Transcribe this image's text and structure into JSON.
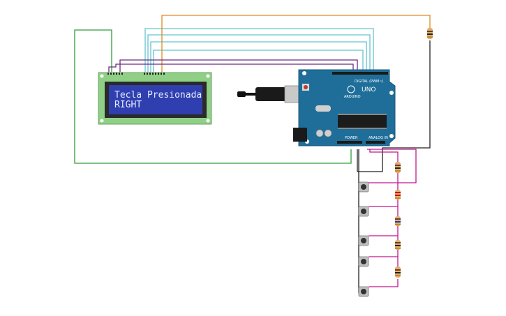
{
  "lcd": {
    "line1": "Tecla Presionada",
    "line2": "RIGHT"
  },
  "board": {
    "model": "UNO",
    "brand": "ARDUINO",
    "digital_label": "DIGITAL (PWM~)",
    "analog_label": "ANALOG IN",
    "power_label": "POWER"
  },
  "colors": {
    "wire_green": "#2e9e3a",
    "wire_cyan": "#63c3cf",
    "wire_purple": "#6a2b80",
    "wire_orange": "#e08a1e",
    "wire_magenta": "#c2188f",
    "wire_black": "#222222",
    "board_blue": "#1f6e9a",
    "lcd_green": "#8fcf86",
    "lcd_screen": "#2f3fb0"
  },
  "components": {
    "push_buttons": 5,
    "resistors": 6
  }
}
